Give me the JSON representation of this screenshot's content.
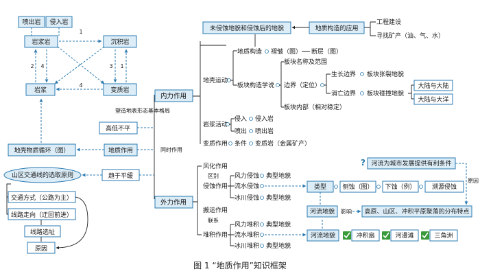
{
  "caption": "图 1  “地质作用”知识框架",
  "left": {
    "eruptive_rock": "喷出岩",
    "intrusive_rock": "侵入岩",
    "magmatic_rock": "岩浆岩",
    "sedimentary_rock": "沉积岩",
    "magma": "岩浆",
    "metamorphic_rock": "变质岩",
    "n1": "1",
    "n2": "2",
    "n3": "3",
    "n4a": "4",
    "n4b": "4",
    "n1b": "1",
    "terrain_factor": "塑造地表形态基本格局",
    "unevenness": "高低不平",
    "cycle": "地壳物质循环（图）",
    "geo_action": "地质作用",
    "simultaneous": "同时作用",
    "tend_flat": "趋于平缓",
    "mountain_route": "山区交通线的选取原则",
    "transport_mode": "交通方式（公路为主）",
    "route_direction": "线路走向（迂回前进）",
    "route_site": "线路选址",
    "reason": "原因"
  },
  "internal": {
    "label": "内力作用",
    "crust_movement": "地壳运动",
    "geo_structure": "地质构造",
    "fold": "褶皱（图）",
    "fault": "断层（图）",
    "untouched": "未侵蚀地貌和侵蚀后的地貌",
    "application": "地质构造的应用",
    "engineering": "工程建设",
    "find_minerals": "寻找矿产（油、气、水）",
    "plate_theory": "板块构造学说",
    "plate_names": "板块名称及范围",
    "boundary": "边界（定位）",
    "growth": "生长边界",
    "expansion": "板块张裂地貌",
    "consumption": "消亡边界",
    "collision": "板块碰撞地貌",
    "cont_cont": "大陆与大陆",
    "cont_ocean": "大陆与大洋",
    "plate_interior": "板块内部（相对稳定）",
    "magma_activity": "岩浆活动",
    "intrusion": "侵入",
    "intrusive": "侵入岩",
    "eruption": "喷出",
    "eruptive": "喷出岩",
    "metamorphism": "变质作用",
    "condition": "条件",
    "metamorphic": "变质岩（金属矿产）"
  },
  "external": {
    "label": "外力作用",
    "weathering": "风化作用",
    "difference": "区别",
    "erosion": "侵蚀作用",
    "wind_erosion": "风力侵蚀",
    "typical1": "典型地貌",
    "water_erosion": "流水侵蚀",
    "glacier_erosion": "冰川侵蚀",
    "typical2": "典型地貌",
    "transport": "搬运作用",
    "link": "联系",
    "deposition": "堆积作用",
    "wind_deposit": "风力堆积",
    "typical3": "典型地貌",
    "water_deposit": "流水堆积",
    "glacier_deposit": "冰川堆积",
    "typical4": "典型地貌",
    "type": "类型",
    "side_erosion": "侧蚀（图）",
    "down_erosion": "下蚀（例）",
    "headward": "溯源侵蚀",
    "river_landform": "河流地貌",
    "influence": "影响",
    "settlement": "高原、山区、冲积平原聚落的分布特点",
    "city_condition": "河流为城市发展提供有利条件",
    "reason": "原因",
    "river_landform2": "河流地貌",
    "alluvial_fan": "冲积扇",
    "floodplain": "河漫滩",
    "delta": "三角洲"
  }
}
